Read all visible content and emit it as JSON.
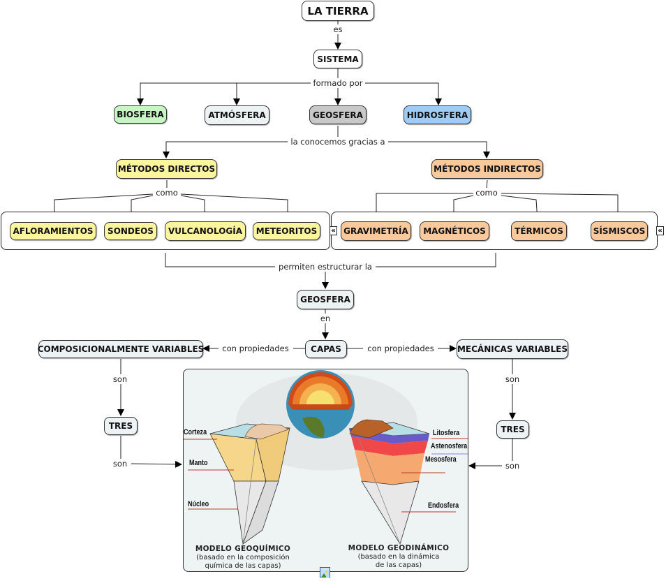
{
  "colors": {
    "yellow": "#fbf59e",
    "orange": "#f9c99c",
    "green": "#c9f5c4",
    "light": "#edf3f5",
    "gray": "#c8c8c8",
    "blue": "#9fcbf7"
  },
  "nodes": {
    "tierra": "LA TIERRA",
    "sistema": "SISTEMA",
    "biosfera": "BIOSFERA",
    "atmosfera": "ATMÓSFERA",
    "geosfera": "GEOSFERA",
    "hidrosfera": "HIDROSFERA",
    "directos": "MÉTODOS DIRECTOS",
    "indirectos": "MÉTODOS INDIRECTOS",
    "afloramientos": "AFLORAMIENTOS",
    "sondeos": "SONDEOS",
    "vulcanologia": "VULCANOLOGÍA",
    "meteoritos": "METEORITOS",
    "gravimetria": "GRAVIMETRÍA",
    "magneticos": "MAGNÉTICOS",
    "termicos": "TÉRMICOS",
    "sismicos": "SÍSMISCOS",
    "geosfera2": "GEOSFERA",
    "capas": "CAPAS",
    "composicional": "COMPOSICIONALMENTE VARIABLES",
    "mecanicas": "MECÁNICAS VARIABLES",
    "tres_left": "TRES",
    "tres_right": "TRES"
  },
  "links": {
    "es": "es",
    "formado_por": "formado por",
    "conocemos": "la conocemos gracias a",
    "como_left": "como",
    "como_right": "como",
    "permiten": "permiten estructurar la",
    "en": "en",
    "con_prop_left": "con propiedades",
    "con_prop_right": "con propiedades",
    "son_left_1": "son",
    "son_left_2": "son",
    "son_right_1": "son",
    "son_right_2": "son"
  },
  "collapse_glyph": "«",
  "image": {
    "left_labels": [
      "Corteza",
      "Manto",
      "Núcleo"
    ],
    "right_labels": [
      "Litosfera",
      "Astenosfera",
      "Mesosfera",
      "Endosfera"
    ],
    "left_title": "MODELO GEOQUÍMICO",
    "left_sub1": "(basado en la composición",
    "left_sub2": "química de las capas)",
    "right_title": "MODELO GEODINÁMICO",
    "right_sub1": "(basado en la dinámica",
    "right_sub2": "de las capas)"
  }
}
